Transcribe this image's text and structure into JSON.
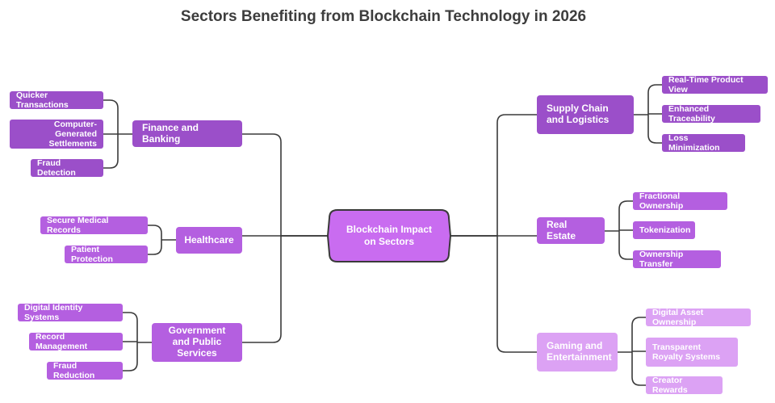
{
  "title": "Sectors Benefiting from Blockchain Technology in 2026",
  "colors": {
    "finance": "#9b4fc9",
    "healthcare": "#b45fe0",
    "government": "#b45fe0",
    "supply_chain": "#9b4fc9",
    "real_estate": "#b45fe0",
    "gaming": "#dca2f4",
    "center": "#c96cf0",
    "connector": "#3a3a3a",
    "title": "#3d3d3d"
  },
  "center": {
    "label_line1": "Blockchain Impact",
    "label_line2": "on Sectors"
  },
  "branches": {
    "finance": {
      "label": "Finance and Banking",
      "leaves": [
        "Quicker Transactions",
        "Computer-Generated Settlements",
        "Fraud Detection"
      ]
    },
    "healthcare": {
      "label": "Healthcare",
      "leaves": [
        "Secure Medical Records",
        "Patient Protection"
      ]
    },
    "government": {
      "label": "Government and Public Services",
      "leaves": [
        "Digital Identity Systems",
        "Record Management",
        "Fraud Reduction"
      ]
    },
    "supply_chain": {
      "label": "Supply Chain and Logistics",
      "leaves": [
        "Real-Time Product View",
        "Enhanced Traceability",
        "Loss Minimization"
      ]
    },
    "real_estate": {
      "label": "Real Estate",
      "leaves": [
        "Fractional Ownership",
        "Tokenization",
        "Ownership Transfer"
      ]
    },
    "gaming": {
      "label": "Gaming and Entertainment",
      "leaves": [
        "Digital Asset Ownership",
        "Transparent Royalty Systems",
        "Creator Rewards"
      ]
    }
  }
}
